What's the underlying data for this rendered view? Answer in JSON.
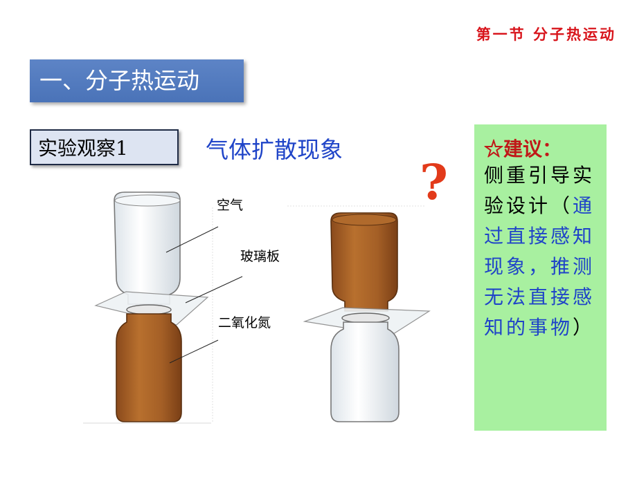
{
  "header": {
    "section_tag": "第一节 分子热运动"
  },
  "title_bar": {
    "text": "一、分子热运动"
  },
  "experiment": {
    "box_label": "实验观察1",
    "title": "气体扩散现象",
    "labels": {
      "air": "空气",
      "glass_plate": "玻璃板",
      "no2": "二氧化氮"
    }
  },
  "question_mark": "?",
  "suggestion": {
    "head": "☆建议：",
    "line1": "侧重引导实验设计",
    "paren_open": "（",
    "blue_text": "通过直接感知现象，推测无法直接感知的事物",
    "paren_close": "）"
  },
  "colors": {
    "accent_red": "#d8141b",
    "title_blue": "#4a73b8",
    "text_blue": "#1f44c8",
    "gas_brown": "#a8622a",
    "panel_green": "#a8f0a0"
  }
}
